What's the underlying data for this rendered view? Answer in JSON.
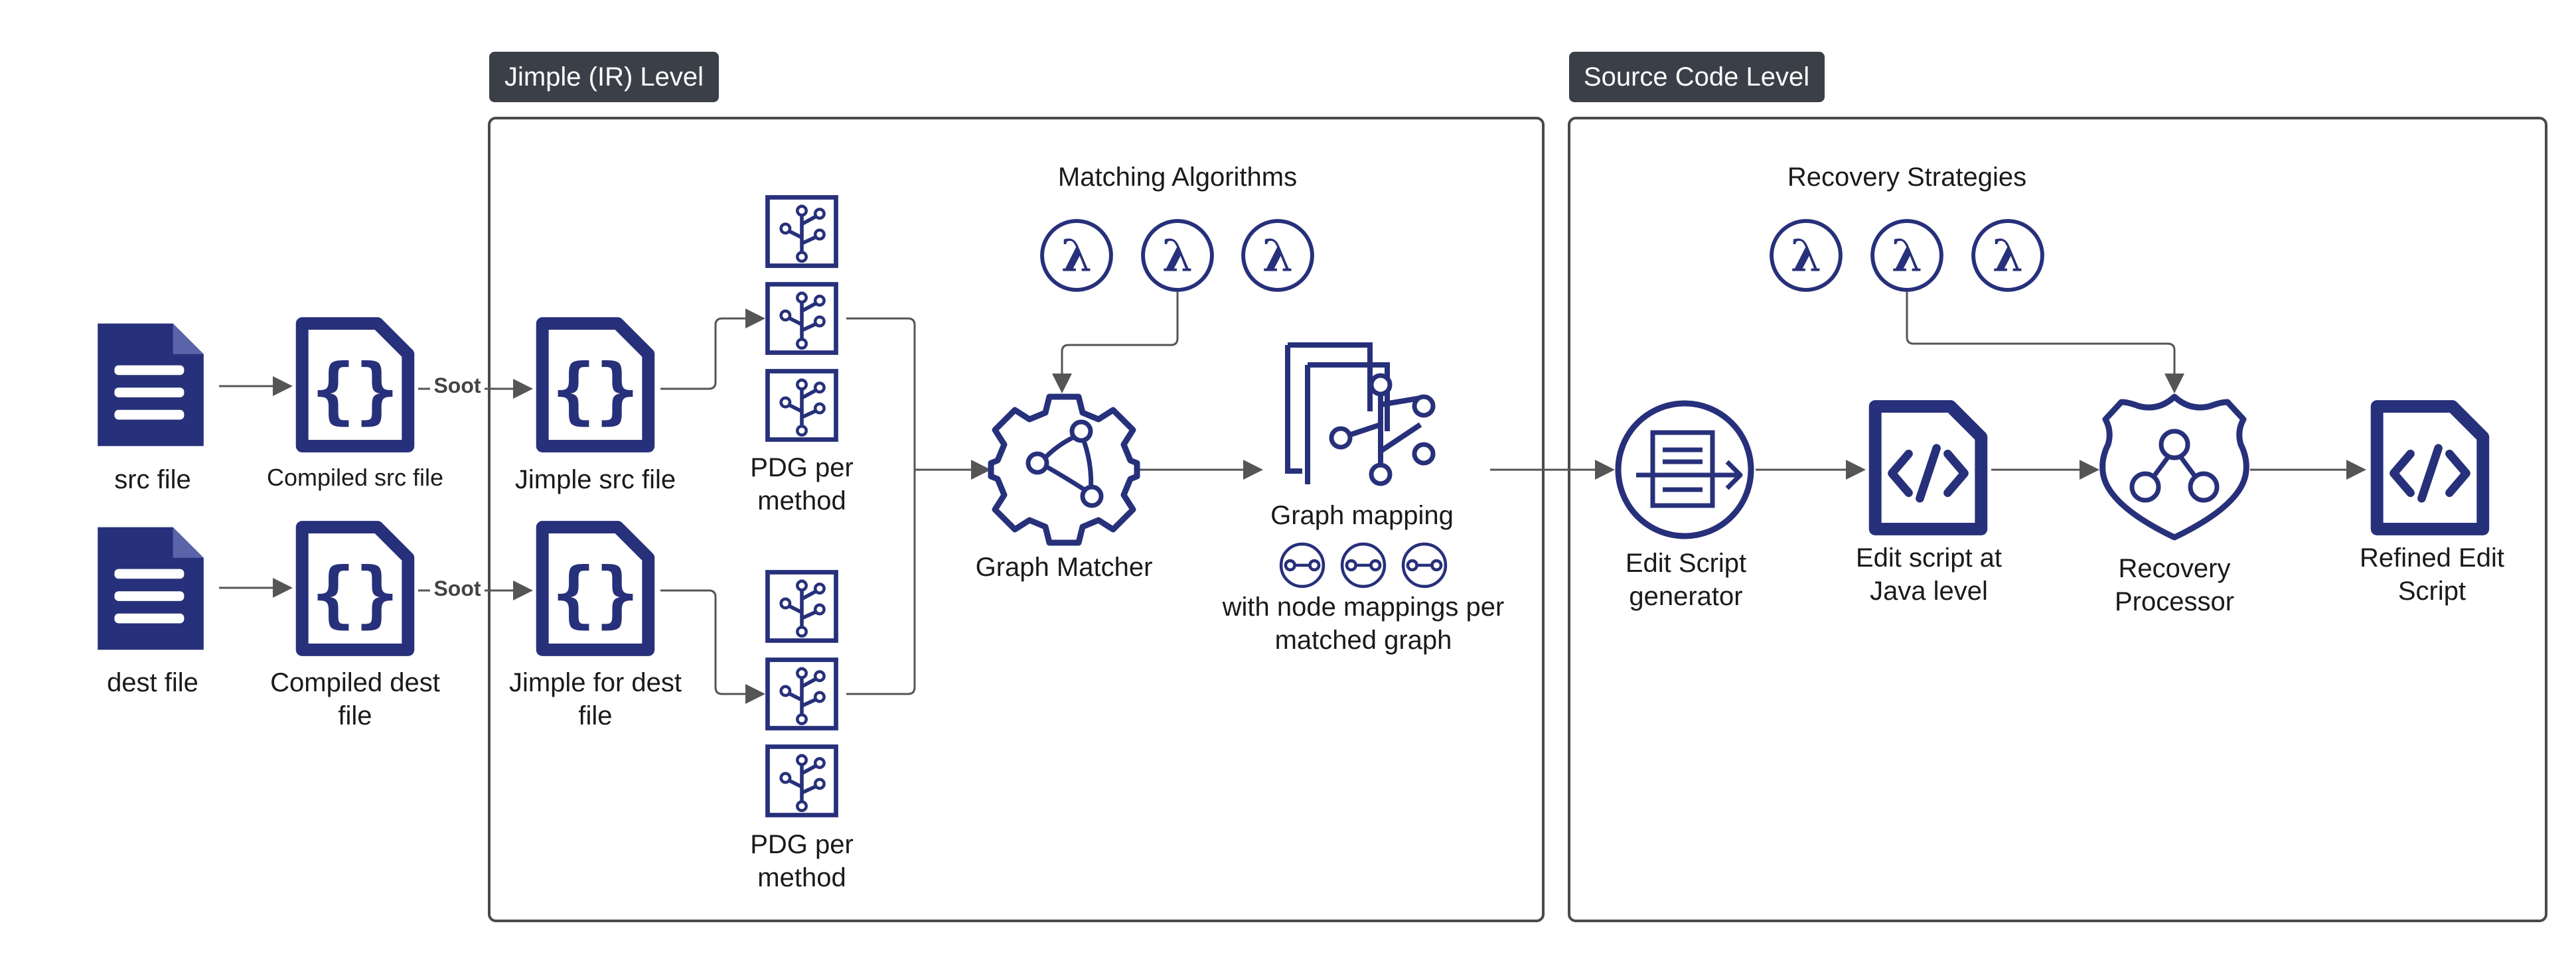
{
  "colors": {
    "icon": "#27307a",
    "tag_bg": "#3b3f47",
    "tag_text": "#ffffff",
    "line": "#555555"
  },
  "sections": {
    "ir": {
      "tag": "Jimple (IR) Level"
    },
    "source": {
      "tag": "Source Code Level"
    }
  },
  "nodes": {
    "src_file": {
      "label": "src file",
      "icon": "document-icon"
    },
    "dest_file": {
      "label": "dest file",
      "icon": "document-icon"
    },
    "compiled_src": {
      "label": "Compiled src file",
      "icon": "braces-file-icon"
    },
    "compiled_dest": {
      "label": [
        "Compiled dest",
        "file"
      ],
      "icon": "braces-file-icon"
    },
    "jimple_src": {
      "label": "Jimple src file",
      "icon": "braces-file-icon"
    },
    "jimple_dest": {
      "label": [
        "Jimple for dest",
        "file"
      ],
      "icon": "braces-file-icon"
    },
    "pdg_top": {
      "label": [
        "PDG per",
        "method"
      ],
      "icon": "tree-graph-icon"
    },
    "pdg_bottom": {
      "label": [
        "PDG per",
        "method"
      ],
      "icon": "tree-graph-icon"
    },
    "matching_algorithms": {
      "label": "Matching Algorithms",
      "icon": "lambda-icon"
    },
    "graph_matcher": {
      "label": "Graph Matcher",
      "icon": "gear-graph-icon"
    },
    "graph_mapping": {
      "label": "Graph mapping",
      "sublabel": [
        "with node mappings per",
        "matched graph"
      ],
      "icon": "stacked-graph-icon"
    },
    "recovery_strategies": {
      "label": "Recovery Strategies",
      "icon": "lambda-icon"
    },
    "edit_script_generator": {
      "label": [
        "Edit Script",
        "generator"
      ],
      "icon": "script-generator-icon"
    },
    "edit_script_java": {
      "label": [
        "Edit script at",
        "Java level"
      ],
      "icon": "code-file-icon"
    },
    "recovery_processor": {
      "label": [
        "Recovery",
        "Processor"
      ],
      "icon": "shield-graph-icon"
    },
    "refined_edit_script": {
      "label": [
        "Refined Edit",
        "Script"
      ],
      "icon": "code-file-icon"
    }
  },
  "edges": {
    "soot_top": "Soot",
    "soot_bottom": "Soot"
  }
}
